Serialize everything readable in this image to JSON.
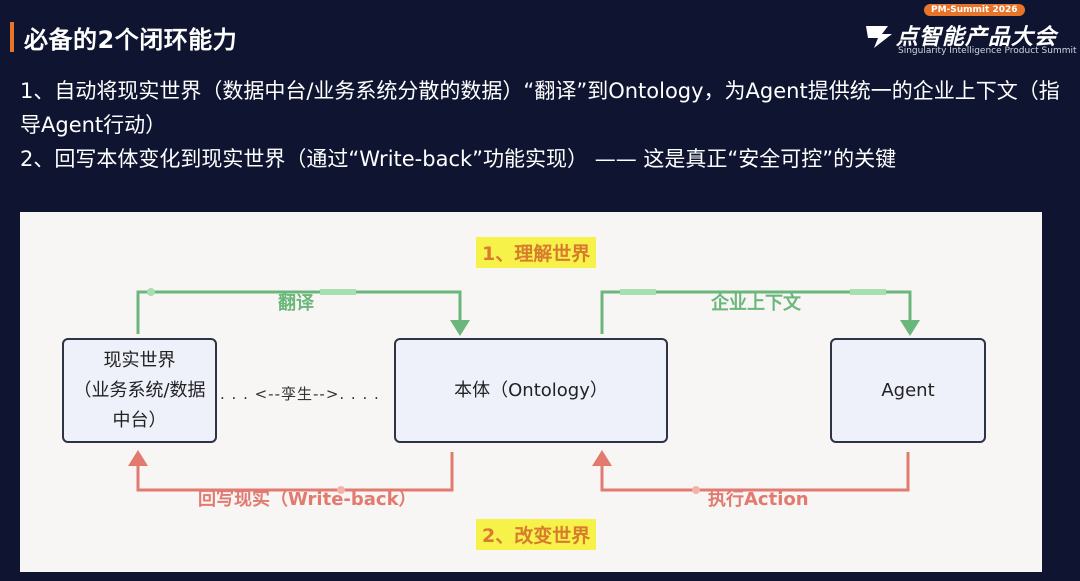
{
  "slide": {
    "title": "必备的2个闭环能力",
    "points": [
      "1、自动将现实世界（数据中台/业务系统分散的数据）“翻译”到Ontology，为Agent提供统一的企业上下文（指导Agent行动）",
      "2、回写本体变化到现实世界（通过“Write-back”功能实现） —— 这是真正“安全可控”的关键"
    ]
  },
  "logo": {
    "badge": "PM-Summit 2026",
    "name": "点智能产品大会",
    "subtitle": "Singularity Intelligence Product Summit"
  },
  "diagram": {
    "top_label": "1、理解世界",
    "bottom_label": "2、改变世界",
    "nodes": {
      "real_world_line1": "现实世界",
      "real_world_line2": "（业务系统/数据",
      "real_world_line3": "中台）",
      "ontology": "本体（Ontology）",
      "agent": "Agent"
    },
    "edges": {
      "translate": "翻译",
      "context": "企业上下文",
      "writeback": "回写现实（Write-back）",
      "action": "执行Action",
      "twin": ". . . <--孪生-->. . . ."
    },
    "colors": {
      "green": "#6bb77b",
      "red": "#e27a70"
    }
  }
}
